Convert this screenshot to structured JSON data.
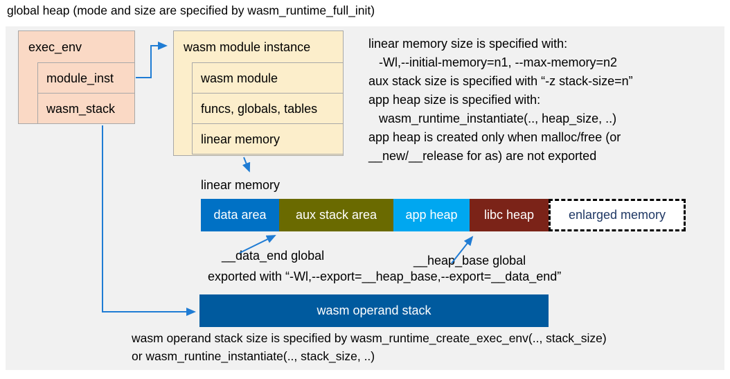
{
  "title": "global heap (mode and size are specified by wasm_runtime_full_init)",
  "exec_env": {
    "header": "exec_env",
    "rows": [
      "module_inst",
      "wasm_stack"
    ]
  },
  "module_instance": {
    "header": "wasm module instance",
    "rows": [
      "wasm module",
      "funcs, globals, tables",
      "linear memory"
    ]
  },
  "notes_right": {
    "lines": [
      "linear memory size is specified with:",
      "   -Wl,--initial-memory=n1, --max-memory=n2",
      "aux stack size is specified with “-z stack-size=n”",
      "app heap size is specified with:",
      "   wasm_runtime_instantiate(.., heap_size, ..)",
      "app heap is created only when malloc/free (or",
      "__new/__release for as) are not exported"
    ]
  },
  "linear_memory": {
    "label": "linear memory",
    "segments": [
      {
        "label": "data area",
        "color": "#0071C5",
        "text_color": "#FFFFFF"
      },
      {
        "label": "aux stack area",
        "color": "#6A6A00",
        "text_color": "#FFFFFF"
      },
      {
        "label": "app heap",
        "color": "#00A7F0",
        "text_color": "#FFFFFF"
      },
      {
        "label": "libc heap",
        "color": "#7B2318",
        "text_color": "#FFFFFF"
      },
      {
        "label": "enlarged memory",
        "color": "#FFFFFF",
        "text_color": "#1F3864",
        "border_style": "dashed"
      }
    ]
  },
  "annotations": {
    "data_end_label": "__data_end global",
    "heap_base_label": "__heap_base global",
    "export_line": "exported with “-Wl,--export=__heap_base,--export=__data_end”"
  },
  "operand_stack": {
    "label": "wasm operand stack",
    "color": "#005A9E",
    "text_color": "#FFFFFF"
  },
  "notes_bottom": {
    "lines": [
      "wasm operand stack size is specified by wasm_runtime_create_exec_env(.., stack_size)",
      "or wasm_runtine_instantiate(.., stack_size, ..)"
    ]
  },
  "colors": {
    "panel_bg": "#F1F1F1",
    "exec_env_fill": "#FAD9C5",
    "module_instance_fill": "#FCEECB",
    "box_border": "#A8A8A8",
    "arrow": "#1F7CD4"
  }
}
